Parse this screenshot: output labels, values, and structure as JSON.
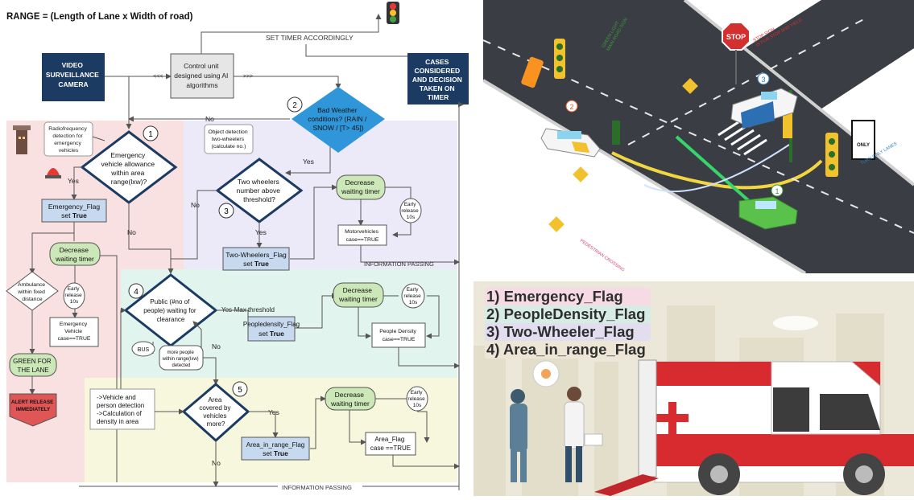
{
  "flowchart": {
    "title": "RANGE = (Length of Lane x Width of road)",
    "set_timer": "SET TIMER ACCORDINGLY",
    "camera": [
      "VIDEO",
      "SURVEILLANCE",
      "CAMERA"
    ],
    "control": [
      "Control unit",
      "designed using AI",
      "algorithms"
    ],
    "cases": [
      "CASES",
      "CONSIDERED",
      "AND DECISION",
      "TAKEN ON",
      "TIMER"
    ],
    "arrows_left": "<<<",
    "arrows_right": ">>>",
    "weather": [
      "Bad Weather",
      "conditions?  (RAIN /",
      "SNOW /  [T> 45])"
    ],
    "no": "No",
    "yes": "Yes",
    "num1": "1",
    "num2": "2",
    "num3": "3",
    "num4": "4",
    "num5": "5",
    "rf": [
      "Radiofrequency",
      "detection for",
      "emergency",
      "vehicles"
    ],
    "emergency_q": [
      "Emergency",
      "vehicle allowance",
      "within area",
      "range(lxw)?"
    ],
    "emergency_flag": "Emergency_Flag",
    "set": "set ",
    "true": "True",
    "decrease": [
      "Decrease",
      "waiting timer"
    ],
    "ambulance": [
      "Ambulance",
      "within fixed",
      "distance"
    ],
    "early": [
      "Early",
      "release",
      "10s"
    ],
    "emergency_case": [
      "Emergency",
      "Vehicle",
      "case==TRUE"
    ],
    "green": [
      "GREEN FOR",
      "THE LANE"
    ],
    "alert": [
      "ALERT RELEASE",
      "IMMEDIATELY"
    ],
    "objdet": [
      "Object detection",
      "two-wheelers",
      "(calculate no.)"
    ],
    "twowheel_q": [
      "Two wheelers",
      "number above",
      "threshold?"
    ],
    "twowheel_flag": "Two-Wheelers_Flag",
    "motor_case": [
      "Motorvehicles",
      "case==TRUE"
    ],
    "info_passing": "INFORMATION PASSING",
    "public_q": [
      "Public (#no of",
      "people) waiting for",
      "clearance"
    ],
    "yes_max": "Yes-Max threshold",
    "people_flag": "Peopledensity_Flag",
    "people_case": [
      "People Density",
      "case==TRUE"
    ],
    "bus": "BUS",
    "more_people": [
      "more people",
      "within range(lxw)",
      "detected"
    ],
    "vehicle_person": [
      "->Vehicle and",
      "person detection",
      "->Calculation of",
      "density in area"
    ],
    "area_q": [
      "Area",
      "covered by",
      "vehicles",
      "more?"
    ],
    "area_flag": "Area_in_range_Flag",
    "area_case": [
      "Area_Flag",
      "case ==TRUE"
    ]
  },
  "road": {
    "green_light": [
      "GREEN LIGHT",
      "MAIN ROAD SIGN"
    ],
    "stop": "STOP",
    "stop_sign": [
      "STOP SIGN",
      "IS FOR STOP AND YIELD"
    ],
    "pedestrian": "PEDESTRIAN CROSSING",
    "turn_only": "TURN ONLY LANES",
    "only": "ONLY",
    "car1": "1",
    "car2": "2",
    "car3": "3"
  },
  "flags": {
    "items": [
      "1) Emergency_Flag",
      "2) PeopleDensity_Flag",
      "3) Two-Wheeler_Flag",
      "4) Area_in_range_Flag"
    ],
    "colors": [
      "#f6dbe5",
      "#d7ece4",
      "#e3ddf0",
      "#ede6d6"
    ]
  },
  "colors": {
    "navy": "#1c3b63",
    "blue_diamond": "#2f97d9",
    "flag_box": "#c7d9ee",
    "green_pill": "#cde8b8",
    "pink_region": "#f9e1e1",
    "lavender_region": "#eceaf8",
    "mint_region": "#e1f4ee",
    "yellow_region": "#f6f7dd",
    "ambulance_red": "#d72b30"
  }
}
